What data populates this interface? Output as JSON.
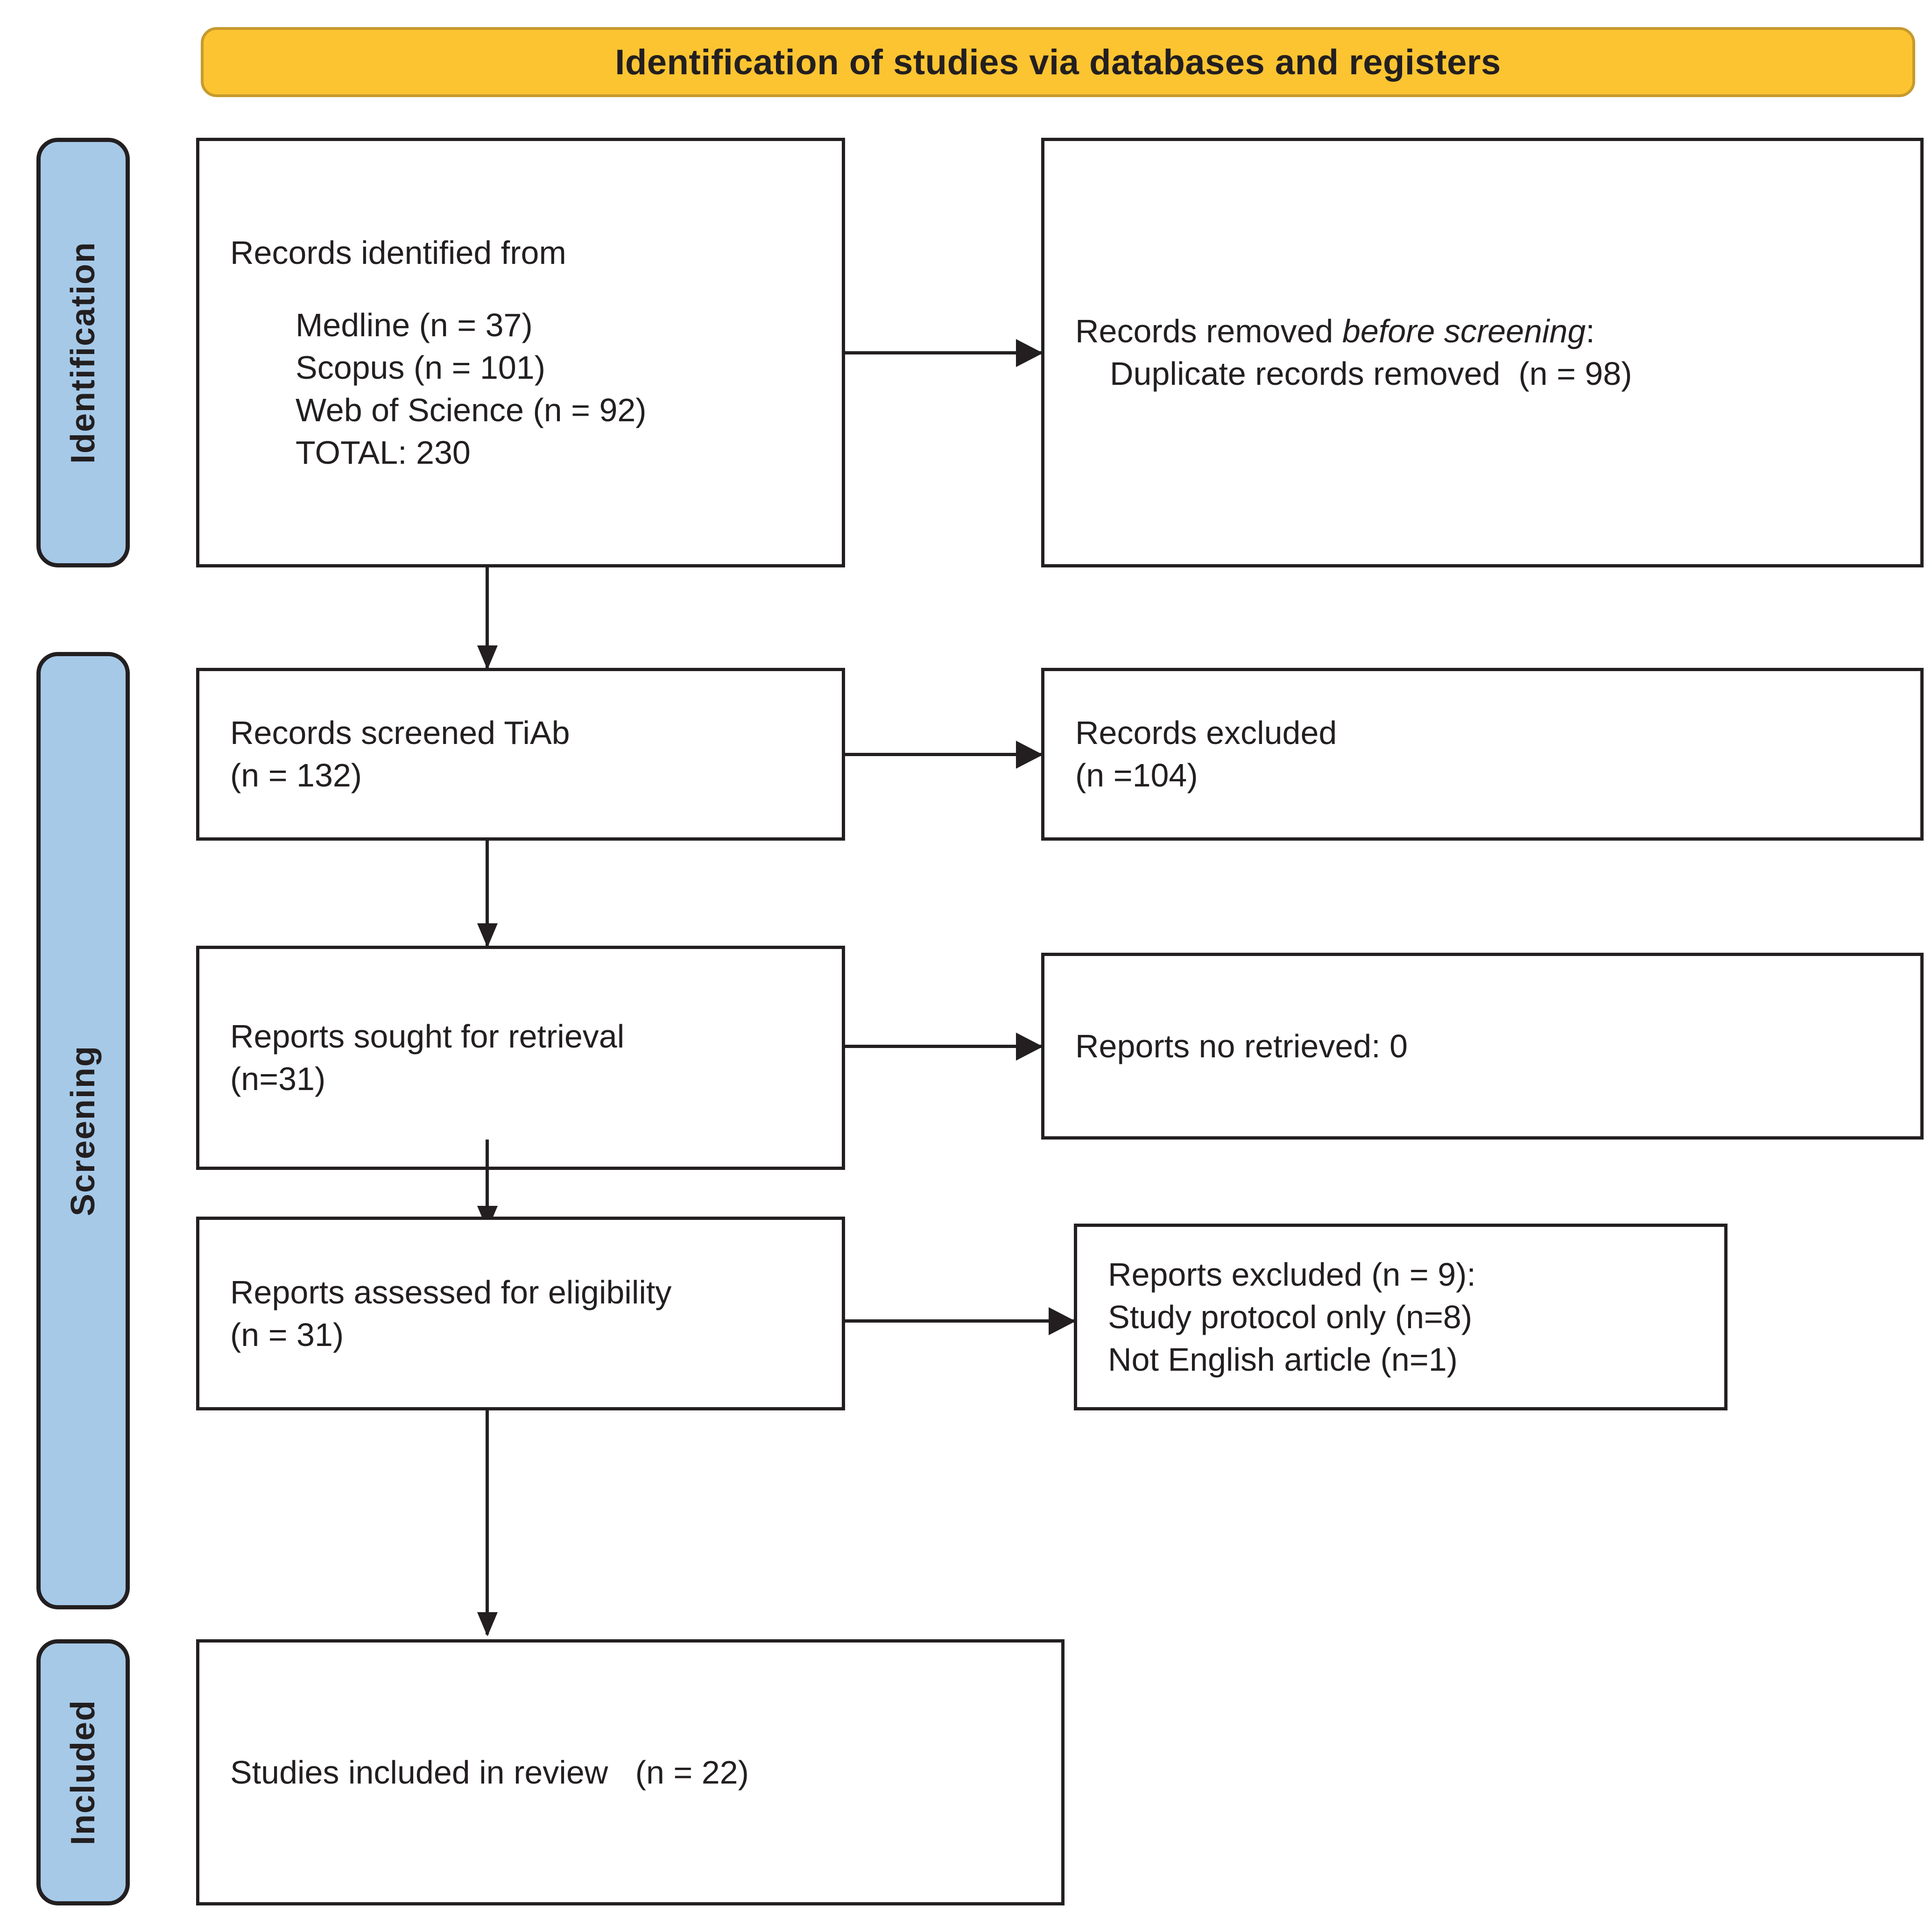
{
  "banner": {
    "title": "Identification of studies via databases and registers",
    "fill_color": "#fcc431",
    "border_color": "#c69a2e"
  },
  "stages": [
    {
      "label": "Identification"
    },
    {
      "label": "Screening"
    },
    {
      "label": "Included"
    }
  ],
  "stage_fill_color": "#a6c9e8",
  "boxes": {
    "records_identified": {
      "heading": "Records identified from",
      "sources": [
        "Medline (n = 37)",
        "Scopus (n = 101)",
        "Web of Science (n = 92)",
        "TOTAL: 230"
      ]
    },
    "records_removed": {
      "line1_prefix": "Records removed ",
      "line1_italic": "before screening",
      "line1_suffix": ":",
      "line2": "Duplicate records removed  (n = 98)"
    },
    "records_screened": {
      "line1": "Records screened TiAb",
      "line2": "(n = 132)"
    },
    "records_excluded": {
      "line1": "Records excluded",
      "line2": "(n =104)"
    },
    "reports_sought": {
      "line1": "Reports sought for retrieval",
      "line2": "(n=31)"
    },
    "reports_not_retrieved": {
      "line1": "Reports no retrieved: 0"
    },
    "reports_assessed": {
      "line1": "Reports assessed for eligibility",
      "line2": "(n = 31)"
    },
    "reports_excluded": {
      "line1": "Reports excluded (n = 9):",
      "line2": "Study protocol only (n=8)",
      "line3": "Not English article (n=1)"
    },
    "studies_included": {
      "line1": "Studies included in review   (n = 22)"
    }
  },
  "chart_data": {
    "type": "diagram",
    "title": "PRISMA 2020 flow diagram",
    "nodes": [
      {
        "id": "identified",
        "stage": "Identification",
        "label": "Records identified from",
        "n": 230,
        "breakdown": [
          {
            "source": "Medline",
            "n": 37
          },
          {
            "source": "Scopus",
            "n": 101
          },
          {
            "source": "Web of Science",
            "n": 92
          }
        ]
      },
      {
        "id": "removed_before_screening",
        "stage": "Identification",
        "label": "Records removed before screening: Duplicate records removed",
        "n": 98
      },
      {
        "id": "screened",
        "stage": "Screening",
        "label": "Records screened TiAb",
        "n": 132
      },
      {
        "id": "excluded_screening",
        "stage": "Screening",
        "label": "Records excluded",
        "n": 104
      },
      {
        "id": "sought",
        "stage": "Screening",
        "label": "Reports sought for retrieval",
        "n": 31
      },
      {
        "id": "not_retrieved",
        "stage": "Screening",
        "label": "Reports no retrieved",
        "n": 0
      },
      {
        "id": "assessed",
        "stage": "Screening",
        "label": "Reports assessed for eligibility",
        "n": 31
      },
      {
        "id": "excluded_eligibility",
        "stage": "Screening",
        "label": "Reports excluded",
        "n": 9,
        "breakdown": [
          {
            "reason": "Study protocol only",
            "n": 8
          },
          {
            "reason": "Not English article",
            "n": 1
          }
        ]
      },
      {
        "id": "included",
        "stage": "Included",
        "label": "Studies included in review",
        "n": 22
      }
    ],
    "edges": [
      {
        "from": "identified",
        "to": "removed_before_screening",
        "direction": "right"
      },
      {
        "from": "identified",
        "to": "screened",
        "direction": "down"
      },
      {
        "from": "screened",
        "to": "excluded_screening",
        "direction": "right"
      },
      {
        "from": "screened",
        "to": "sought",
        "direction": "down"
      },
      {
        "from": "sought",
        "to": "not_retrieved",
        "direction": "right"
      },
      {
        "from": "sought",
        "to": "assessed",
        "direction": "down"
      },
      {
        "from": "assessed",
        "to": "excluded_eligibility",
        "direction": "right"
      },
      {
        "from": "assessed",
        "to": "included",
        "direction": "down"
      }
    ]
  }
}
